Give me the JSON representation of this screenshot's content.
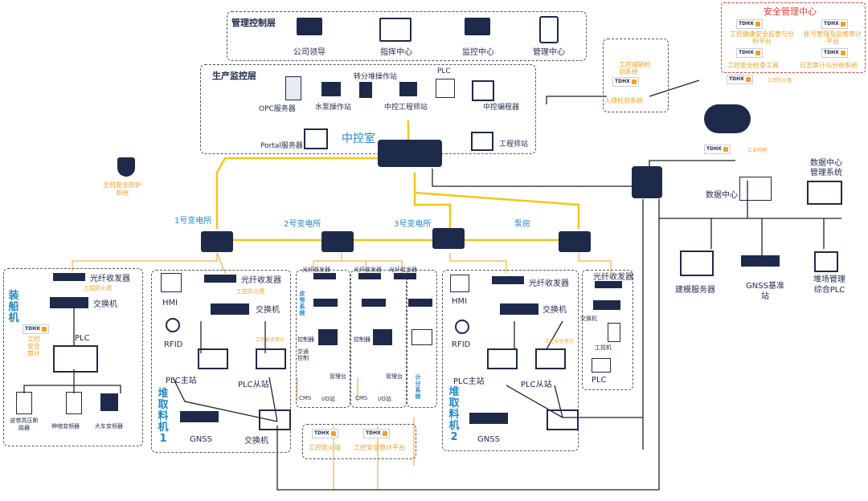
{
  "mgmt_layer": {
    "title": "管理控制层",
    "items": [
      "公司领导",
      "指挥中心",
      "监控中心",
      "管理中心"
    ]
  },
  "prod_layer": {
    "title": "生产监控层",
    "opc": "OPC服务器",
    "water_pump": "水泵操作站",
    "segment": "转分堆操作站",
    "center_eng": "中控工程师站",
    "plc": "PLC",
    "center_prog": "中控编程器",
    "portal": "Portal服务器",
    "control_room": "中控室",
    "eng_station": "工程师站"
  },
  "security_center": {
    "title": "安全管理中心",
    "items": [
      "工控健康安全监管与分析平台",
      "账号管理及运维审计平台",
      "工控安全检查工具",
      "日志审计与分析系统"
    ]
  },
  "ids": {
    "top": "工控威胁检测系统",
    "bottom": "入侵检测系统"
  },
  "host_protect": "主机安全防护系统",
  "brand": "TDHX",
  "firewall_label": "工控防火墙",
  "cloud_firewall": "工业网闸",
  "datacenter": {
    "label": "数据中心",
    "mgmt": "数据中心管理系统"
  },
  "right_bottom": {
    "server": "建模服务器",
    "gnss": "GNSS基准站",
    "plc": "堆场管理综合PLC"
  },
  "substations": [
    "1号变电所",
    "2号变电所",
    "3号变电所",
    "泵房"
  ],
  "common": {
    "fiber": "光纤收发器",
    "switch": "交换机",
    "fw_small": "工控防火墙",
    "audit_small": "工控安全审计",
    "hmi": "HMI",
    "rfid": "RFID",
    "plc_master": "PLC主站",
    "plc_slave": "PLC从站",
    "gnss": "GNSS",
    "plc": "PLC"
  },
  "loader": {
    "title": "装船机",
    "audit": "工控安全审计",
    "devices": [
      "皮带高压断路器",
      "伸缩变频器",
      "大车变频器"
    ]
  },
  "stacker1": "堆取料机1",
  "stacker2": "堆取料机2",
  "mid_cols": {
    "vert1": "皮带系统",
    "ctrl": "控制器",
    "comm": "交通控制",
    "cms": "CMS",
    "io": "I/O站",
    "mgmt": "管理台",
    "vert2": "计分系统"
  },
  "bottom_center": {
    "fw": "工控防火墙",
    "audit": "工控安全审计平台"
  },
  "pump_area": {
    "fiber": "光纤收发器",
    "switch": "交换机",
    "eng": "工控机",
    "plc": "PLC"
  }
}
